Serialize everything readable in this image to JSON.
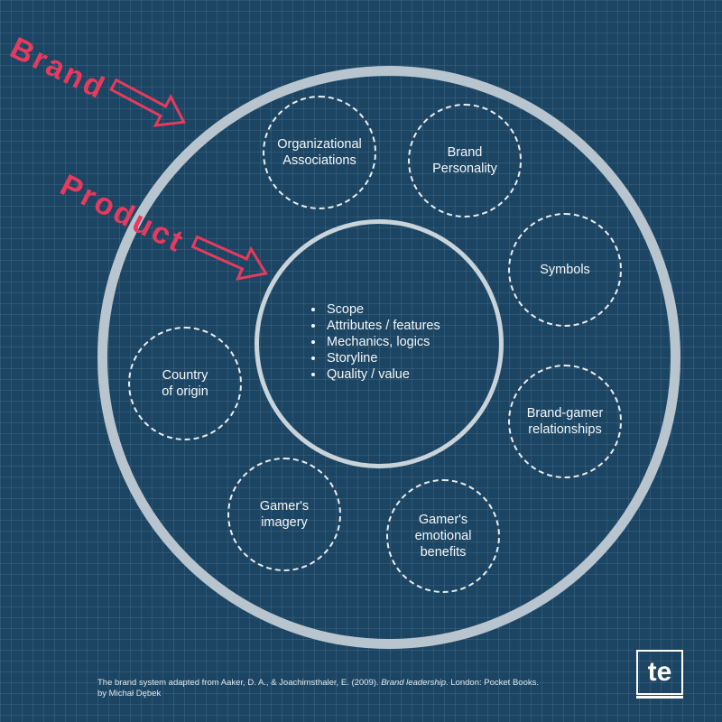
{
  "labels": {
    "brand": "Brand",
    "product": "Product"
  },
  "product_core": {
    "items": [
      "Scope",
      "Attributes / features",
      "Mechanics, logics",
      "Storyline",
      "Quality / value"
    ]
  },
  "brand_elements": [
    "Organizational\nAssociations",
    "Brand\nPersonality",
    "Symbols",
    "Brand-gamer\nrelationships",
    "Gamer's\nemotional\nbenefits",
    "Gamer's\nimagery",
    "Country\nof origin"
  ],
  "caption": {
    "line1_pre": "The brand system adapted from Aaker, D. A., & Joachimsthaler, E. (2009). ",
    "line1_title": "Brand leadership",
    "line1_post": ". London: Pocket Books.",
    "line2": "by Michał Dębek"
  },
  "logo": {
    "text": "te"
  },
  "colors": {
    "background": "#1c4563",
    "accent": "#e63a5e",
    "ring": "#b8c5cf",
    "text": "#f4f7f9"
  }
}
